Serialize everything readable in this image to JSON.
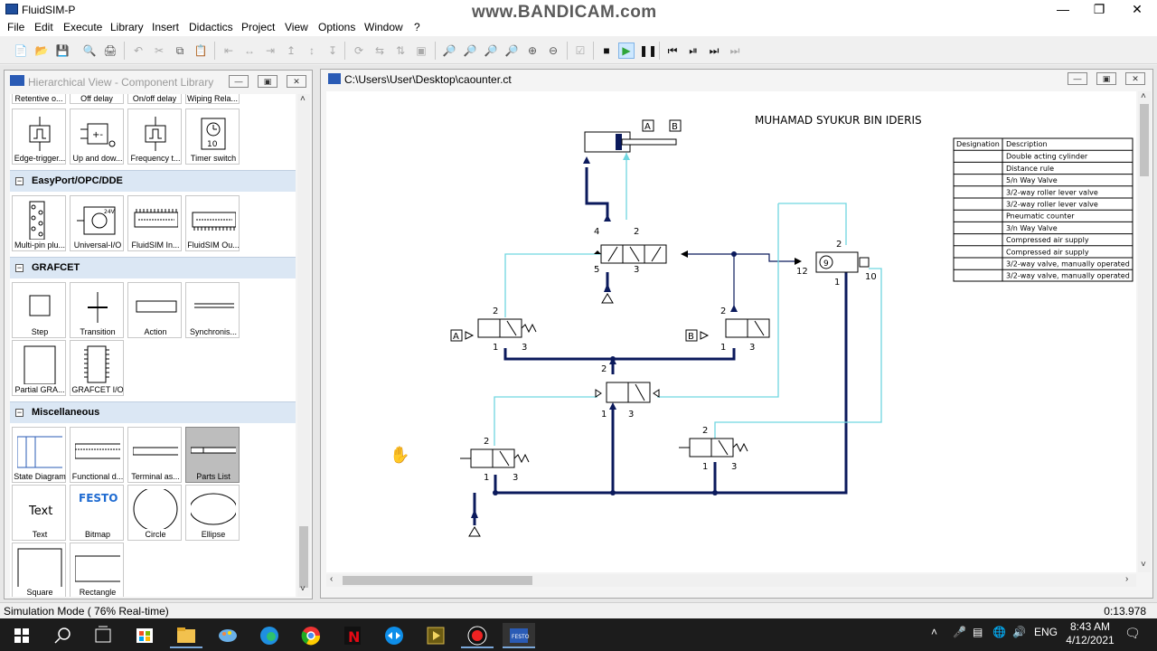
{
  "app": {
    "title": "FluidSIM-P",
    "watermark": "www.BANDICAM.com"
  },
  "menu": [
    "File",
    "Edit",
    "Execute",
    "Library",
    "Insert",
    "Didactics",
    "Project",
    "View",
    "Options",
    "Window",
    "?"
  ],
  "library": {
    "title": "Hierarchical View - Component Library",
    "top_labels": [
      "Retentive o...",
      "Off delay",
      "On/off delay",
      "Wiping Rela..."
    ],
    "timer_rows": [
      "Edge-trigger...",
      "Up and dow...",
      "Frequency t...",
      "Timer switch"
    ],
    "sections": [
      {
        "name": "EasyPort/OPC/DDE",
        "items": [
          "Multi-pin plu...",
          "Universal-I/O",
          "FluidSIM In...",
          "FluidSIM Ou..."
        ]
      },
      {
        "name": "GRAFCET",
        "items": [
          "Step",
          "Transition",
          "Action",
          "Synchronis...",
          "Partial GRA...",
          "GRAFCET I/O"
        ]
      },
      {
        "name": "Miscellaneous",
        "items": [
          "State Diagram",
          "Functional d...",
          "Terminal as...",
          "Parts List",
          "Text",
          "Bitmap",
          "Circle",
          "Ellipse",
          "Square",
          "Rectangle"
        ]
      }
    ],
    "text_tile_glyph": "Text",
    "bitmap_glyph": "FESTO",
    "timer_value": "10"
  },
  "diagram": {
    "path": "C:\\Users\\User\\Desktop\\caounter.ct",
    "author": "MUHAMAD SYUKUR BIN IDERIS",
    "parts_list": {
      "headers": [
        "Designation",
        "Description"
      ],
      "rows": [
        "Double acting cylinder",
        "Distance rule",
        "5/n Way Valve",
        "3/2-way roller lever valve",
        "3/2-way roller lever valve",
        "Pneumatic counter",
        "3/n Way Valve",
        "Compressed air supply",
        "Compressed air supply",
        "3/2-way valve, manually operated",
        "3/2-way valve, manually operated"
      ]
    },
    "labels": {
      "A": "A",
      "B": "B",
      "p1": "1",
      "p2": "2",
      "p3": "3",
      "p4": "4",
      "p5": "5",
      "p10": "10",
      "p12": "12",
      "counter_value": "9"
    }
  },
  "status": {
    "mode": "Simulation Mode ( 76% Real-time)",
    "time": "0:13.978"
  },
  "taskbar": {
    "lang": "ENG",
    "clock_time": "8:43 AM",
    "clock_date": "4/12/2021"
  },
  "colors": {
    "pressure_line": "#0b1a5c",
    "exhaust_line": "#6fd6e0",
    "section_header": "#dbe7f4"
  }
}
